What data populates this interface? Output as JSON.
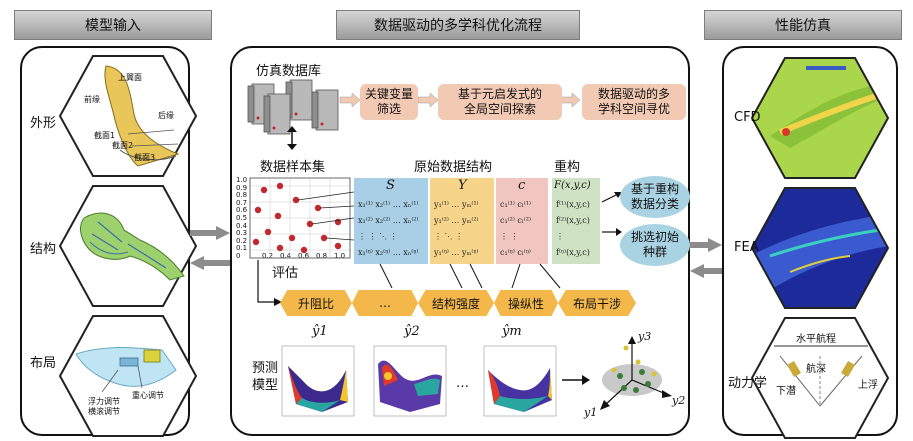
{
  "headers": {
    "left": "模型输入",
    "center": "数据驱动的多学科优化流程",
    "right": "性能仿真"
  },
  "left_panel": {
    "shape": {
      "label": "外形",
      "annotations": [
        "上翼面",
        "前缘",
        "后缘",
        "截面1",
        "截面2",
        "截面3"
      ]
    },
    "structure": {
      "label": "结构"
    },
    "layout": {
      "label": "布局",
      "annotations": [
        "重心调节",
        "浮力调节",
        "横滚调节"
      ]
    }
  },
  "center_panel": {
    "db_label": "仿真数据库",
    "steps": [
      "关键变量\n筛选",
      "基于元启发式的\n全局空间探索",
      "数据驱动的多\n学科空间寻优"
    ],
    "sample_label": "数据样本集",
    "eval_label": "评估",
    "structure_label": "原始数据结构",
    "recon_label": "重构",
    "col_headers": [
      "S",
      "Y",
      "c"
    ],
    "recon_header": "F(x,y,c)",
    "ovals": [
      "基于重构\n数据分类",
      "挑选初始\n种群"
    ],
    "objectives": [
      "升阻比",
      "…",
      "结构强度",
      "操纵性",
      "布局干涉"
    ],
    "pred_label": "预测\n模型",
    "pred_titles": [
      "ŷ1",
      "ŷ2",
      "ŷm"
    ],
    "pred_ellipsis": "…",
    "axes3d": [
      "y3",
      "y1",
      "y2"
    ],
    "scatter_yticks": [
      "1.0",
      "0.9",
      "0.8",
      "0.7",
      "0.6",
      "0.5",
      "0.4",
      "0.3",
      "0.2",
      "0.1",
      "0"
    ],
    "scatter_xticks": [
      "0.2",
      "0.4",
      "0.6",
      "0.8",
      "1.0"
    ]
  },
  "right_panel": {
    "cfd_label": "CFD",
    "fea_label": "FEA",
    "dyn_label": "动力学",
    "dyn_annotations": [
      "水平航程",
      "航深",
      "下潜",
      "上浮"
    ]
  },
  "colors": {
    "header_gray": "#b0b0b0",
    "orange_box": "#f2c9b3",
    "oval_blue": "#a9d3e3",
    "hex_orange": "#f4b84a",
    "col_blue": "#a9cfe6",
    "col_yellow": "#f6d48a",
    "col_pink": "#f1c5c0",
    "col_green": "#cfe3c4",
    "scatter_red": "#c0282e"
  }
}
